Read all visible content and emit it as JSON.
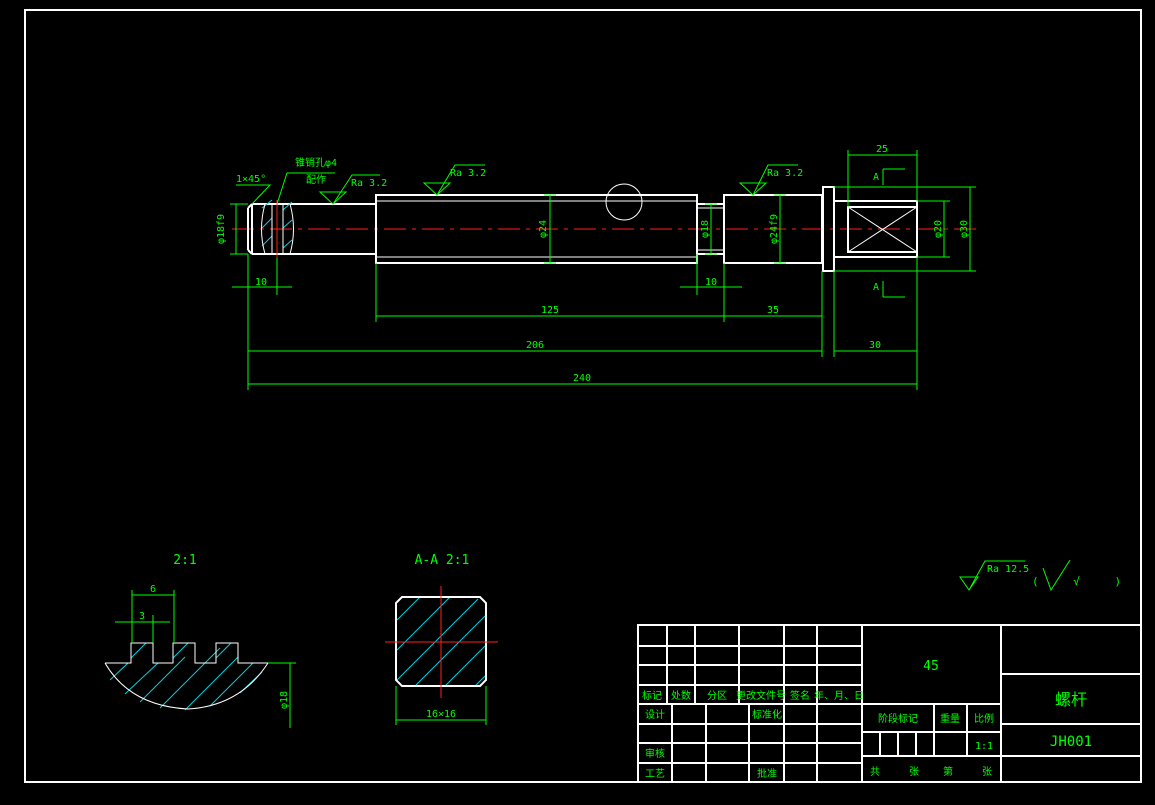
{
  "colors": {
    "background": "#000000",
    "outline": "#ffffff",
    "dimension": "#00ff00",
    "centerline": "#ff2020",
    "hatch": "#00d0e0"
  },
  "main_view": {
    "chamfer": "1×45°",
    "pin_hole": "锥销孔φ4",
    "pin_hole_note": "配作",
    "roughness": [
      "Ra 3.2",
      "Ra 3.2",
      "Ra 3.2"
    ],
    "diameters": {
      "left": "φ18f9",
      "middle": "φ24",
      "neck": "φ18",
      "right": "φ24f9",
      "head_square": "φ20",
      "collar": "φ30"
    },
    "lengths": {
      "pin_offset": "10",
      "neck": "10",
      "middle": "125",
      "right": "35",
      "total_shaft": "206",
      "head": "30",
      "overall": "240",
      "square": "25"
    },
    "section_mark": "A"
  },
  "detail_view": {
    "scale": "2:1",
    "pitch": "6",
    "tooth": "3",
    "diameter": "φ18"
  },
  "section_view": {
    "title": "A-A 2:1",
    "size": "16×16"
  },
  "surface_note": {
    "roughness": "Ra 12.5",
    "other": "( √ )"
  },
  "title_block": {
    "material": "45",
    "part_name": "螺杆",
    "drawing_no": "JH001",
    "headers": [
      "标记",
      "处数",
      "分区",
      "更改文件号",
      "签名",
      "年、月、日"
    ],
    "design": "设计",
    "standardize": "标准化",
    "review": "审核",
    "process": "工艺",
    "approve": "批准",
    "stage": "阶段标记",
    "weight": "重量",
    "scale_label": "比例",
    "scale": "1:1",
    "sheets_total": "共",
    "sheet_unit": "张",
    "sheet_no": "第",
    "sheet_unit2": "张"
  }
}
